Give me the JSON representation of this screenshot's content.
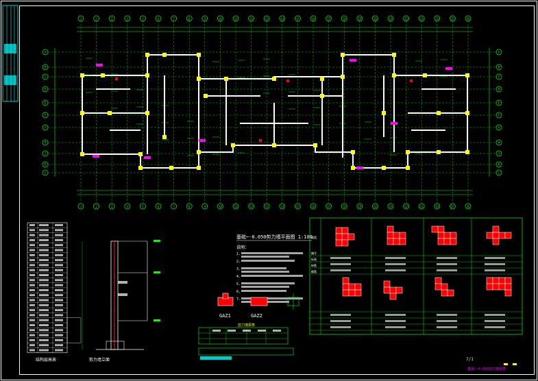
{
  "plan": {
    "title": "基础~-0.050剪力墙平面图 1:100",
    "grid_top": [
      "1",
      "2",
      "3",
      "4",
      "5",
      "6",
      "7",
      "8",
      "9",
      "10",
      "11",
      "12",
      "13",
      "14",
      "15",
      "16",
      "17",
      "18",
      "19",
      "20",
      "21",
      "22",
      "23",
      "24",
      "25",
      "26"
    ],
    "grid_side": [
      "A",
      "B",
      "C",
      "D",
      "E",
      "F",
      "G",
      "H",
      "J",
      "K",
      "L"
    ]
  },
  "notes": {
    "heading": "说明：",
    "lines": [
      "1.",
      "2.",
      "3.",
      "4.",
      "5.",
      "6.",
      "7."
    ]
  },
  "elevation_table": {
    "caption": "结构层高表",
    "rows": 26
  },
  "wall_section": {
    "caption": "剪力墙立面"
  },
  "columns": {
    "gaz1": "GAZ1",
    "gaz2": "GAZ2"
  },
  "small_table": {
    "caption": "剪力墙梁表"
  },
  "detail_table": {
    "row_labels": [
      "截面",
      "编号",
      "标高",
      "纵筋",
      "箍筋"
    ],
    "footer": "基础~-0.050剪力墙柱表",
    "footer_tag": "7/1"
  },
  "colors": {
    "background": "#000000",
    "frame": "#ffffff",
    "grid": "#00ff00",
    "wall": "#ffffff",
    "column": "#ffff00",
    "rebar": "#ff0000",
    "accent": "#00ffff",
    "mark": "#ff00ff"
  }
}
